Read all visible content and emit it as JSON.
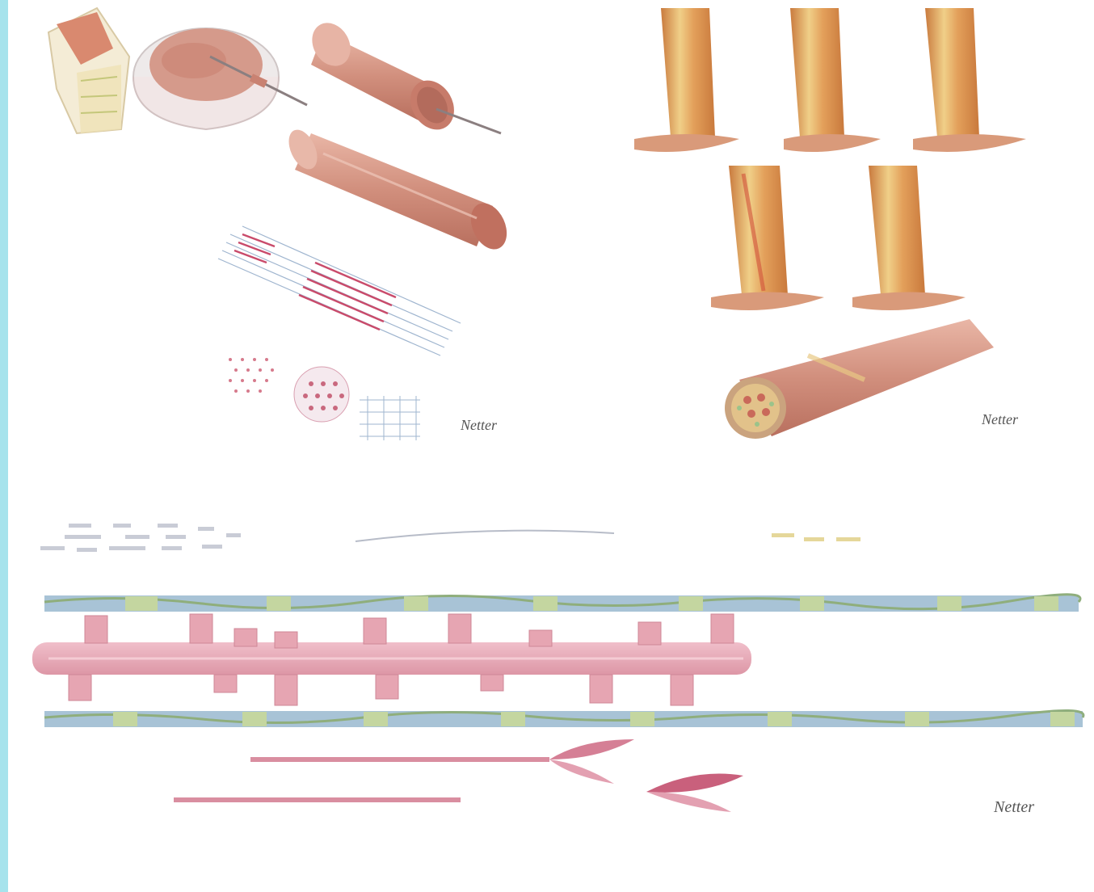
{
  "plates": {
    "top_left": {
      "name": "muscle hierarchy: whole muscle, fascicle, fiber, myofibril, sarcomere filaments",
      "signature": "Netter"
    },
    "top_right": {
      "name": "five muscle fiber stages and cut fiber bundle",
      "signature": "Netter"
    },
    "bottom": {
      "name": "myosin thick filament and actin thin filaments",
      "signature": "Netter"
    }
  },
  "colors": {
    "edge_strip": "#a6e3ec",
    "muscle": "#d79a88",
    "muscle_dark": "#a9574b",
    "tendon": "#f3ead8",
    "fiber_orange": "#d99457",
    "fiber_yellow": "#f0d28a",
    "myosin_pink": "#e6a5b2",
    "actin_blue": "#a8c3d6",
    "actin_green": "#9ab888"
  }
}
